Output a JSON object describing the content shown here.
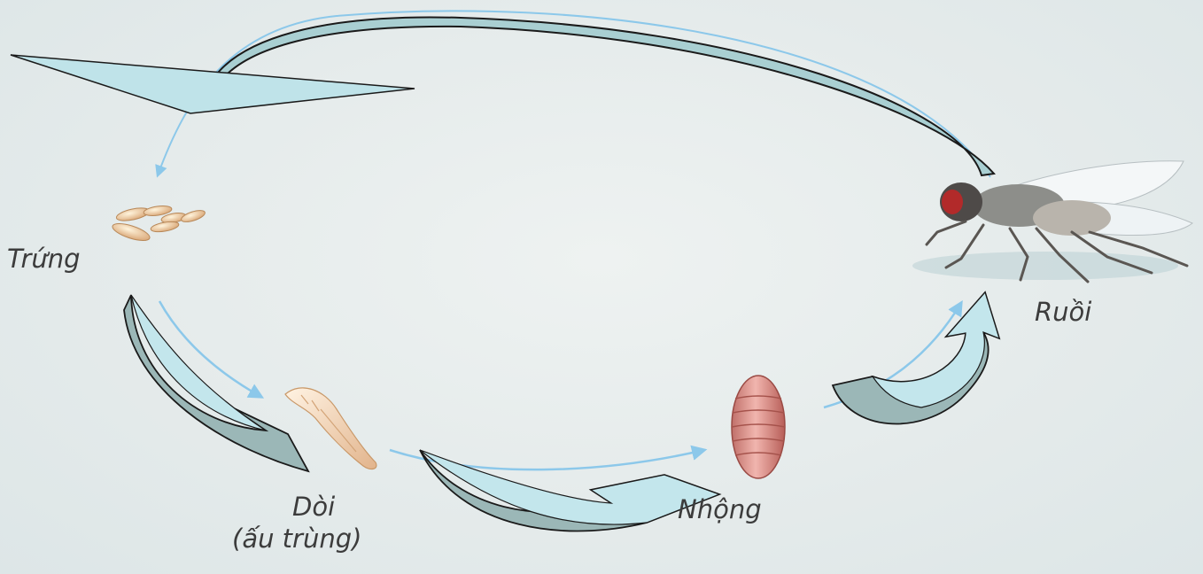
{
  "stages": {
    "egg": {
      "label": "Trứng",
      "icon": "eggs-icon"
    },
    "larva": {
      "label": "Dòi",
      "sublabel": "(ấu trùng)",
      "icon": "larva-icon"
    },
    "pupa": {
      "label": "Nhộng",
      "icon": "pupa-icon"
    },
    "adult": {
      "label": "Ruồi",
      "icon": "fly-icon"
    }
  },
  "colors": {
    "background": "#e6ecec",
    "cycle_line": "#8cc8ea",
    "big_arrow_fill_light": "#b8e2ea",
    "big_arrow_fill_dark": "#8aa6a6",
    "big_arrow_stroke": "#1a1a1a",
    "label_text": "#3c3c3c"
  }
}
